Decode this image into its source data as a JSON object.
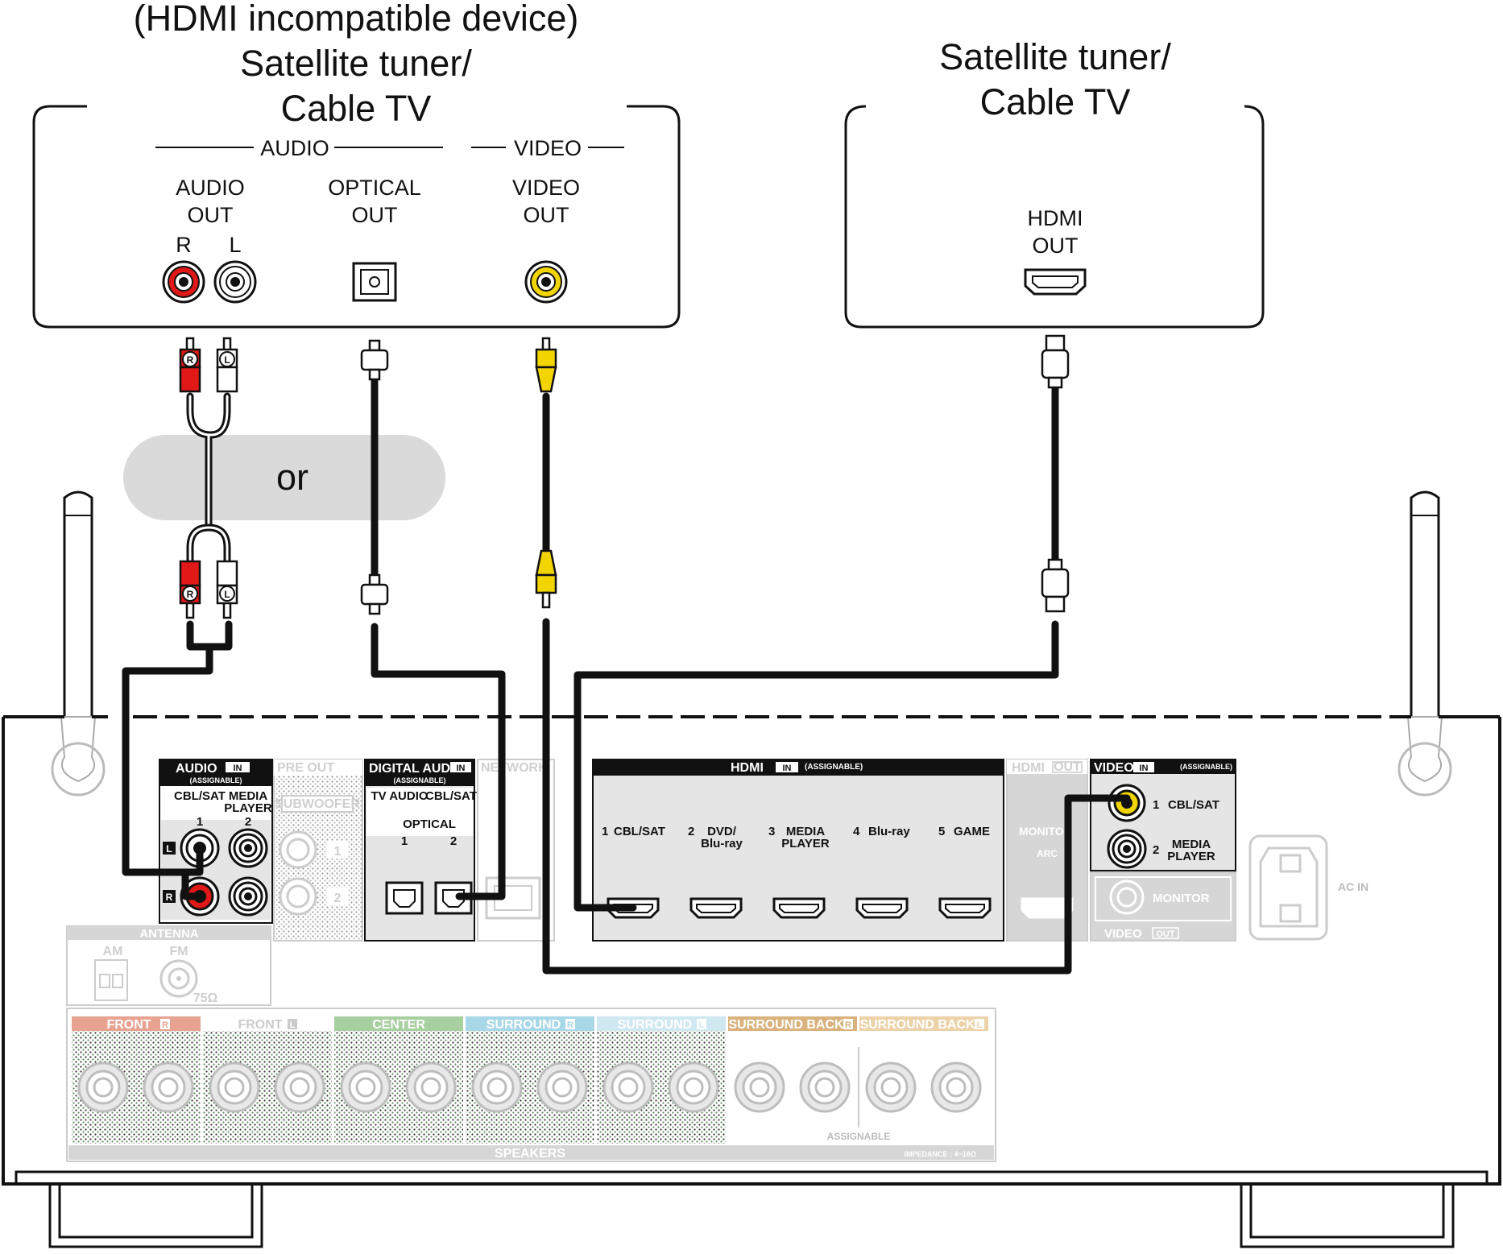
{
  "left_device": {
    "title_lines": [
      "(HDMI incompatible device)",
      "Satellite tuner/",
      "Cable TV"
    ],
    "audio_group": "AUDIO",
    "video_group": "VIDEO",
    "audio_out_lines": [
      "AUDIO",
      "OUT"
    ],
    "optical_out_lines": [
      "OPTICAL",
      "OUT"
    ],
    "video_out_lines": [
      "VIDEO",
      "OUT"
    ],
    "r_label": "R",
    "l_label": "L"
  },
  "right_device": {
    "title_lines": [
      "Satellite tuner/",
      "Cable TV"
    ],
    "hdmi_out_lines": [
      "HDMI",
      "OUT"
    ]
  },
  "or_label": "or",
  "plug_r": "R",
  "plug_l": "L",
  "receiver": {
    "audio_in": {
      "header": "AUDIO",
      "in_tag": "IN",
      "assignable": "(ASSIGNABLE)",
      "col1": "CBL/SAT",
      "col1_num": "1",
      "col2_lines": [
        "MEDIA",
        "PLAYER"
      ],
      "col2_num": "2",
      "l_tag": "L",
      "r_tag": "R"
    },
    "pre_out": {
      "header": "PRE OUT",
      "subwoofer": "SUBWOOFER",
      "n1": "1",
      "n2": "2"
    },
    "digital_audio_in": {
      "header": "DIGITAL AUDIO",
      "in_tag": "IN",
      "assignable": "(ASSIGNABLE)",
      "col1": "TV AUDIO",
      "col2": "CBL/SAT",
      "optical": "OPTICAL",
      "n1": "1",
      "n2": "2"
    },
    "network": "NETWORK",
    "hdmi_in": {
      "header": "HDMI",
      "in_tag": "IN",
      "assignable": "(ASSIGNABLE)",
      "ports": [
        {
          "num": "1",
          "lines": [
            "CBL/SAT"
          ]
        },
        {
          "num": "2",
          "lines": [
            "DVD/",
            "Blu-ray"
          ]
        },
        {
          "num": "3",
          "lines": [
            "MEDIA",
            "PLAYER"
          ]
        },
        {
          "num": "4",
          "lines": [
            "Blu-ray"
          ]
        },
        {
          "num": "5",
          "lines": [
            "GAME"
          ]
        }
      ]
    },
    "hdmi_out": {
      "header": "HDMI",
      "out_tag": "OUT",
      "monitor": "MONITOR",
      "arc": "ARC"
    },
    "video_in": {
      "header": "VIDEO",
      "in_tag": "IN",
      "assignable": "(ASSIGNABLE)",
      "p1_num": "1",
      "p1": "CBL/SAT",
      "p2_num": "2",
      "p2_lines": [
        "MEDIA",
        "PLAYER"
      ]
    },
    "video_out": {
      "header": "VIDEO",
      "out_tag": "OUT",
      "monitor": "MONITOR"
    },
    "ac_in": "AC IN",
    "antenna": {
      "header": "ANTENNA",
      "am": "AM",
      "fm": "FM",
      "ohm": "75Ω"
    },
    "speakers": {
      "groups": [
        {
          "label": "FRONT",
          "tag": "R",
          "color": "#e8a292"
        },
        {
          "label": "FRONT",
          "tag": "L",
          "color": "#ffffff"
        },
        {
          "label": "CENTER",
          "tag": "",
          "color": "#a8cfa0"
        },
        {
          "label": "SURROUND",
          "tag": "R",
          "color": "#a8d8e8"
        },
        {
          "label": "SURROUND",
          "tag": "L",
          "color": "#d0e8f0"
        },
        {
          "label": "SURROUND BACK",
          "tag": "R",
          "color": "#d9b37e"
        },
        {
          "label": "SURROUND BACK",
          "tag": "L",
          "color": "#ecd2a8"
        }
      ],
      "footer": "SPEAKERS",
      "assignable": "ASSIGNABLE",
      "impedance": "IMPEDANCE : 4~16Ω"
    }
  }
}
